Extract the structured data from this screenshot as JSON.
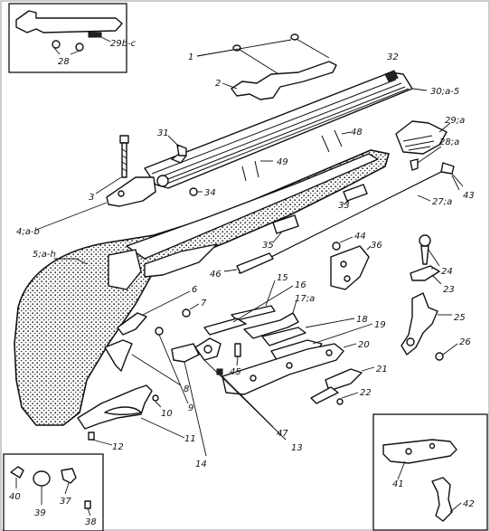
{
  "labels": [
    {
      "id": "1",
      "text": "1"
    },
    {
      "id": "2",
      "text": "2"
    },
    {
      "id": "3",
      "text": "3"
    },
    {
      "id": "4",
      "text": "4;a-b"
    },
    {
      "id": "5",
      "text": "5;a-h"
    },
    {
      "id": "6",
      "text": "6"
    },
    {
      "id": "7",
      "text": "7"
    },
    {
      "id": "8",
      "text": "8"
    },
    {
      "id": "9",
      "text": "9"
    },
    {
      "id": "10",
      "text": "10"
    },
    {
      "id": "11",
      "text": "11"
    },
    {
      "id": "12",
      "text": "12"
    },
    {
      "id": "13",
      "text": "13"
    },
    {
      "id": "14",
      "text": "14"
    },
    {
      "id": "15",
      "text": "15"
    },
    {
      "id": "16",
      "text": "16"
    },
    {
      "id": "17",
      "text": "17;a"
    },
    {
      "id": "18",
      "text": "18"
    },
    {
      "id": "19",
      "text": "19"
    },
    {
      "id": "20",
      "text": "20"
    },
    {
      "id": "21",
      "text": "21"
    },
    {
      "id": "22",
      "text": "22"
    },
    {
      "id": "23",
      "text": "23"
    },
    {
      "id": "24",
      "text": "24"
    },
    {
      "id": "25",
      "text": "25"
    },
    {
      "id": "26",
      "text": "26"
    },
    {
      "id": "27",
      "text": "27;a"
    },
    {
      "id": "28",
      "text": "28"
    },
    {
      "id": "28a",
      "text": "28;a"
    },
    {
      "id": "29",
      "text": "29;a"
    },
    {
      "id": "29bc",
      "text": "29b-c"
    },
    {
      "id": "30",
      "text": "30;a-5"
    },
    {
      "id": "31",
      "text": "31"
    },
    {
      "id": "32",
      "text": "32"
    },
    {
      "id": "33",
      "text": "33"
    },
    {
      "id": "34",
      "text": "34"
    },
    {
      "id": "35",
      "text": "35"
    },
    {
      "id": "36",
      "text": "36"
    },
    {
      "id": "37",
      "text": "37"
    },
    {
      "id": "38",
      "text": "38"
    },
    {
      "id": "39",
      "text": "39"
    },
    {
      "id": "40",
      "text": "40"
    },
    {
      "id": "41",
      "text": "41"
    },
    {
      "id": "42",
      "text": "42"
    },
    {
      "id": "43",
      "text": "43"
    },
    {
      "id": "44",
      "text": "44"
    },
    {
      "id": "45",
      "text": "45"
    },
    {
      "id": "46",
      "text": "46"
    },
    {
      "id": "47",
      "text": "47"
    },
    {
      "id": "48",
      "text": "48"
    },
    {
      "id": "49",
      "text": "49"
    }
  ]
}
